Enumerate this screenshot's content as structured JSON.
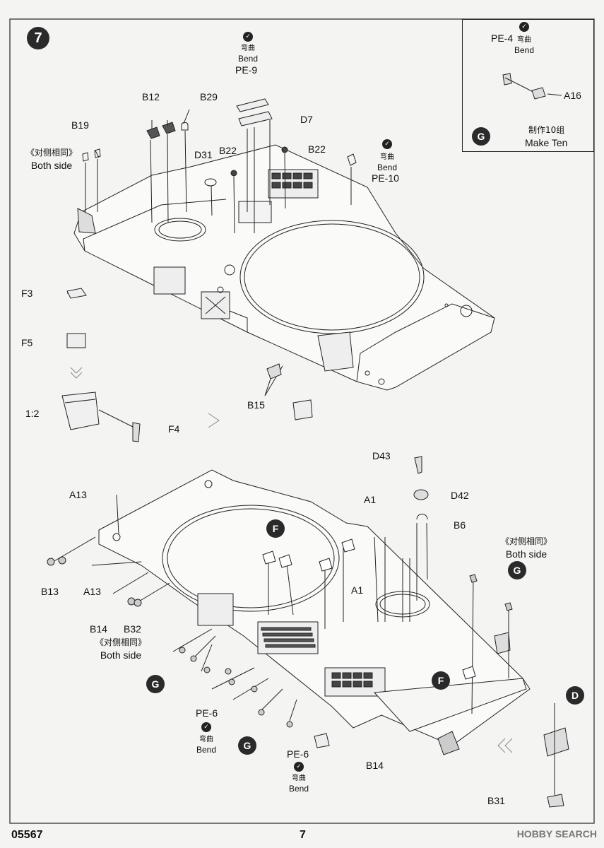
{
  "step": {
    "number": "7"
  },
  "footer": {
    "kit_code": "05567",
    "page_number": "7",
    "watermark": "HOBBY SEARCH"
  },
  "inset": {
    "part": "PE-4",
    "bend_cn": "弯曲",
    "bend_en": "Bend",
    "target": "A16",
    "sprue": "G",
    "make_cn": "制作10组",
    "make_en": "Make Ten"
  },
  "upper": {
    "bend_pe9_cn": "弯曲",
    "bend_pe9_en": "Bend",
    "pe9": "PE-9",
    "b12": "B12",
    "b29": "B29",
    "d7": "D7",
    "b19": "B19",
    "opp_cn": "《对侧相同》",
    "opp_en": "Both side",
    "d31": "D31",
    "b22a": "B22",
    "b22b": "B22",
    "bend_pe10_cn": "弯曲",
    "bend_pe10_en": "Bend",
    "pe10": "PE-10",
    "f3": "F3",
    "f5": "F5",
    "scale": "1:2",
    "f4": "F4",
    "b15": "B15"
  },
  "lower": {
    "d43": "D43",
    "d42": "D42",
    "a13a": "A13",
    "a1a": "A1",
    "b6": "B6",
    "sprue_f1": "F",
    "opp_cn1": "《对侧相同》",
    "opp_en1": "Both side",
    "sprue_g1": "G",
    "b13": "B13",
    "a13b": "A13",
    "a1b": "A1",
    "b14a": "B14",
    "b32": "B32",
    "opp_cn2": "《对侧相同》",
    "opp_en2": "Both side",
    "sprue_g2": "G",
    "sprue_f2": "F",
    "sprue_d": "D",
    "pe6a": "PE-6",
    "bend_cn_a": "弯曲",
    "bend_en_a": "Bend",
    "sprue_g3": "G",
    "pe6b": "PE-6",
    "bend_cn_b": "弯曲",
    "bend_en_b": "Bend",
    "b14b": "B14",
    "b31": "B31"
  }
}
